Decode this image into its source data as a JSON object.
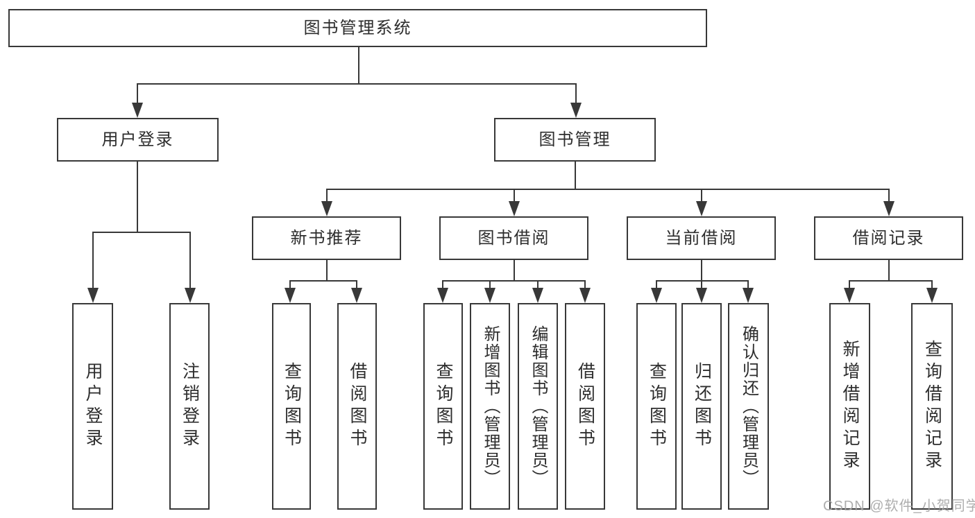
{
  "diagram": {
    "title": "图书管理系统",
    "nodes": {
      "root": {
        "label": "图书管理系统"
      },
      "level2": [
        {
          "label": "用户登录"
        },
        {
          "label": "图书管理"
        }
      ],
      "level3": [
        {
          "label": "新书推荐"
        },
        {
          "label": "图书借阅"
        },
        {
          "label": "当前借阅"
        },
        {
          "label": "借阅记录"
        }
      ],
      "leaves": {
        "login": [
          {
            "label": "用户登录"
          },
          {
            "label": "注销登录"
          }
        ],
        "newbook": [
          {
            "label": "查询图书"
          },
          {
            "label": "借阅图书"
          }
        ],
        "borrow": [
          {
            "label": "查询图书"
          },
          {
            "label": "新增图书（管理员）"
          },
          {
            "label": "编辑图书（管理员）"
          },
          {
            "label": "借阅图书"
          }
        ],
        "current": [
          {
            "label": "查询图书"
          },
          {
            "label": "归还图书"
          },
          {
            "label": "确认归还（管理员）"
          }
        ],
        "records": [
          {
            "label": "新增借阅记录"
          },
          {
            "label": "查询借阅记录"
          }
        ]
      }
    },
    "watermark": "CSDN @软件_小贺同学",
    "colors": {
      "line": "#383838",
      "text": "#2d2d2d",
      "box_background": "#ffffff",
      "watermark": "#a5a5a5",
      "page_background": "#ffffff"
    }
  }
}
